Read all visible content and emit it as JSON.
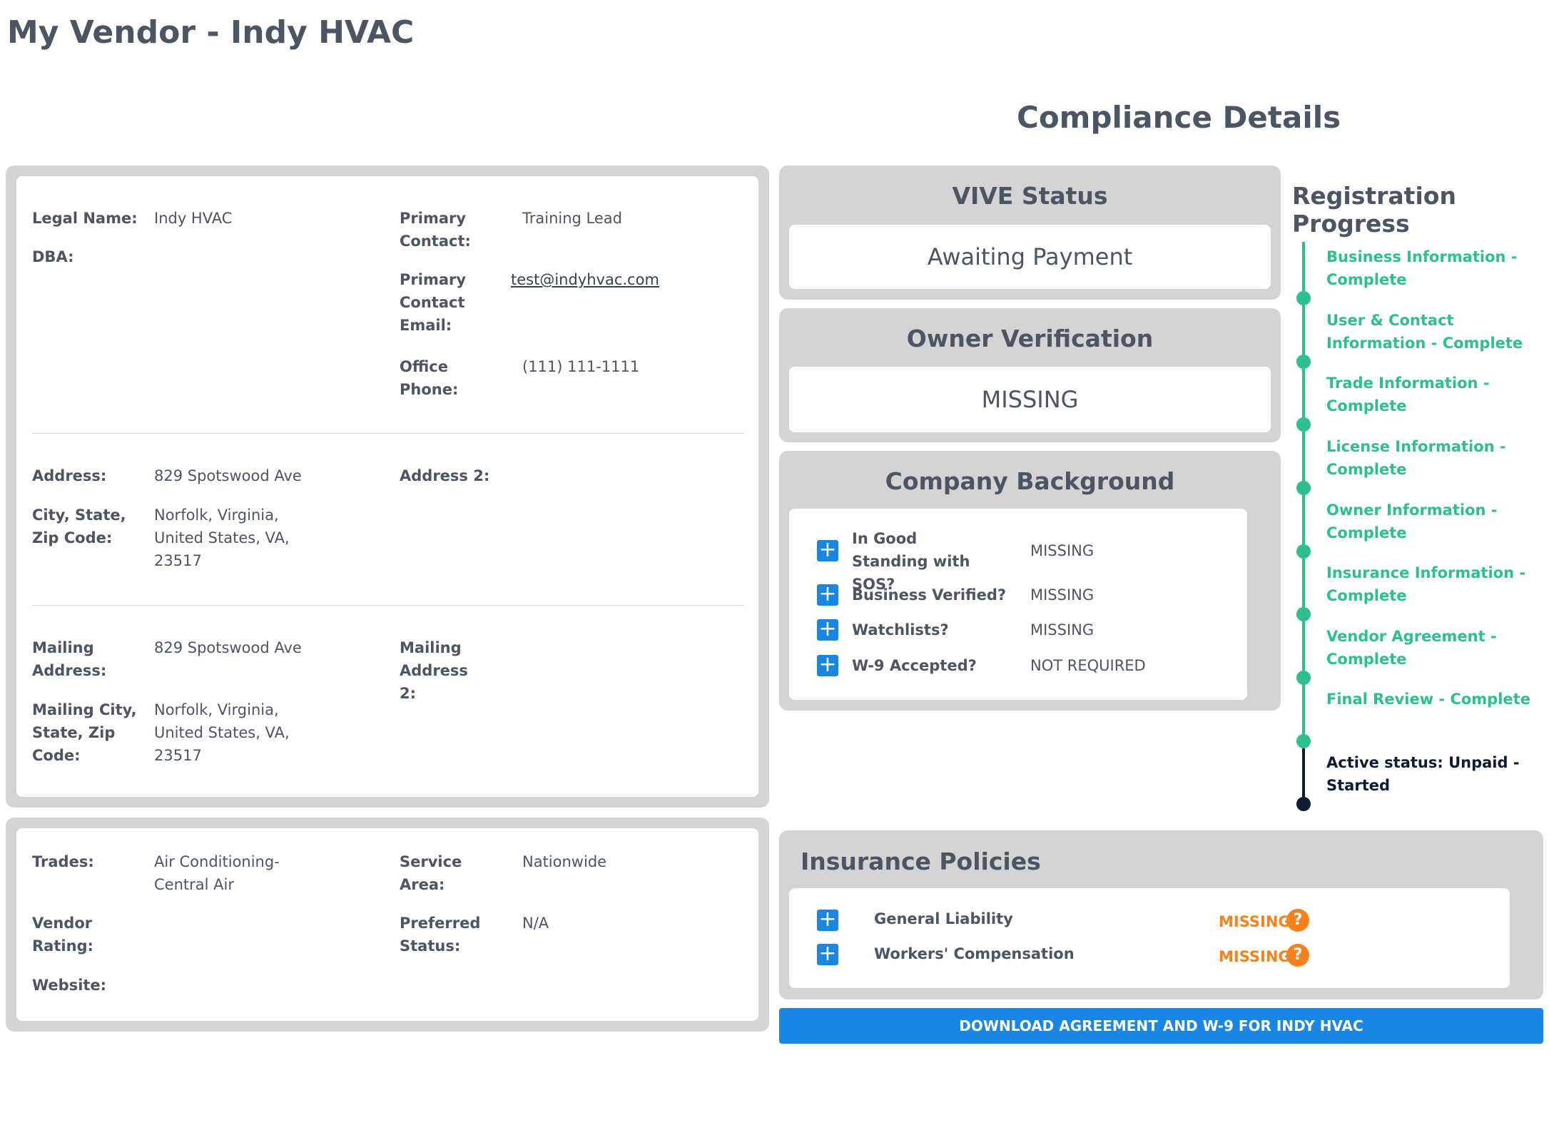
{
  "page": {
    "title": "My Vendor - Indy HVAC",
    "section_title": "Compliance Details"
  },
  "vendor": {
    "legal_name_label": "Legal Name:",
    "legal_name": "Indy HVAC",
    "dba_label": "DBA:",
    "dba": "",
    "primary_contact_label": "Primary Contact:",
    "primary_contact": "Training Lead",
    "primary_email_label": "Primary Contact Email:",
    "primary_email": "test@indyhvac.com",
    "office_phone_label": "Office Phone:",
    "office_phone": "(111) 111-1111",
    "address_label": "Address:",
    "address": "829 Spotswood Ave",
    "address2_label": "Address 2:",
    "address2": "",
    "city_label": "City, State, Zip Code:",
    "city": "Norfolk, Virginia, United States, VA, 23517",
    "mailing_address_label": "Mailing Address:",
    "mailing_address": "829 Spotswood Ave",
    "mailing_address2_label": "Mailing Address 2:",
    "mailing_address2": "",
    "mailing_city_label": "Mailing City, State, Zip Code:",
    "mailing_city": "Norfolk, Virginia, United States, VA, 23517",
    "trades_label": "Trades:",
    "trades": "Air Conditioning-Central Air",
    "service_area_label": "Service Area:",
    "service_area": "Nationwide",
    "vendor_rating_label": "Vendor Rating:",
    "vendor_rating": "",
    "preferred_status_label": "Preferred Status:",
    "preferred_status": "N/A",
    "website_label": "Website:",
    "website": ""
  },
  "vive_status": {
    "title": "VIVE Status",
    "value": "Awaiting Payment"
  },
  "owner_verification": {
    "title": "Owner Verification",
    "value": "MISSING"
  },
  "company_background": {
    "title": "Company Background",
    "items": [
      {
        "label": "In Good Standing with SOS?",
        "value": "MISSING"
      },
      {
        "label": "Business Verified?",
        "value": "MISSING"
      },
      {
        "label": "Watchlists?",
        "value": "MISSING"
      },
      {
        "label": "W-9 Accepted?",
        "value": "NOT REQUIRED"
      }
    ]
  },
  "registration_progress": {
    "title": "Registration Progress",
    "steps": [
      "Business Information - Complete",
      "User & Contact Information - Complete",
      "Trade Information - Complete",
      "License Information - Complete",
      "Owner Information - Complete",
      "Insurance Information - Complete",
      "Vendor Agreement - Complete",
      "Final Review - Complete"
    ],
    "active_step": "Active status: Unpaid - Started",
    "complete_color": "#2dc08e",
    "active_color": "#0f1b33"
  },
  "insurance": {
    "title": "Insurance Policies",
    "policies": [
      {
        "name": "General Liability",
        "status": "MISSING",
        "help": "?"
      },
      {
        "name": "Workers' Compensation",
        "status": "MISSING",
        "help": "?"
      }
    ]
  },
  "download_button": "DOWNLOAD AGREEMENT AND W-9 FOR INDY HVAC",
  "plus_glyph": "+",
  "colors": {
    "accent": "#1a86e4",
    "warning": "#f5821f",
    "panel": "#d4d4d4"
  }
}
